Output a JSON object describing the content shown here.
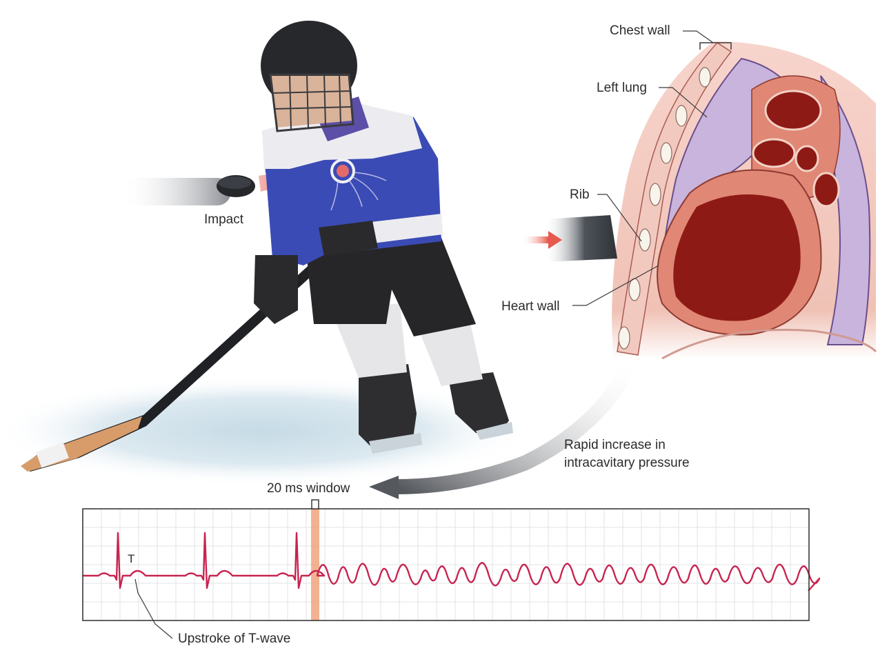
{
  "labels": {
    "impact": "Impact",
    "chest_wall": "Chest wall",
    "left_lung": "Left lung",
    "rib": "Rib",
    "heart_wall": "Heart wall",
    "pressure_line1": "Rapid increase in",
    "pressure_line2": "intracavitary pressure",
    "window": "20 ms window",
    "t_mark": "T",
    "upstroke": "Upstroke of T-wave"
  },
  "colors": {
    "ecg_trace": "#c8234f",
    "ecg_grid": "#e1e3e6",
    "window_band": "#f0a57f",
    "jersey": "#3b4bb5",
    "heart_muscle": "#e08776",
    "blood": "#8e1a16",
    "lung": "#c8b4dc",
    "arrow_gray": "#5f6368",
    "impact_arrow": "#e8594f"
  },
  "icons": [
    "hockey-player-illustration",
    "puck-icon",
    "impact-arrow-icon",
    "thorax-cross-section",
    "curved-arrow-icon"
  ]
}
